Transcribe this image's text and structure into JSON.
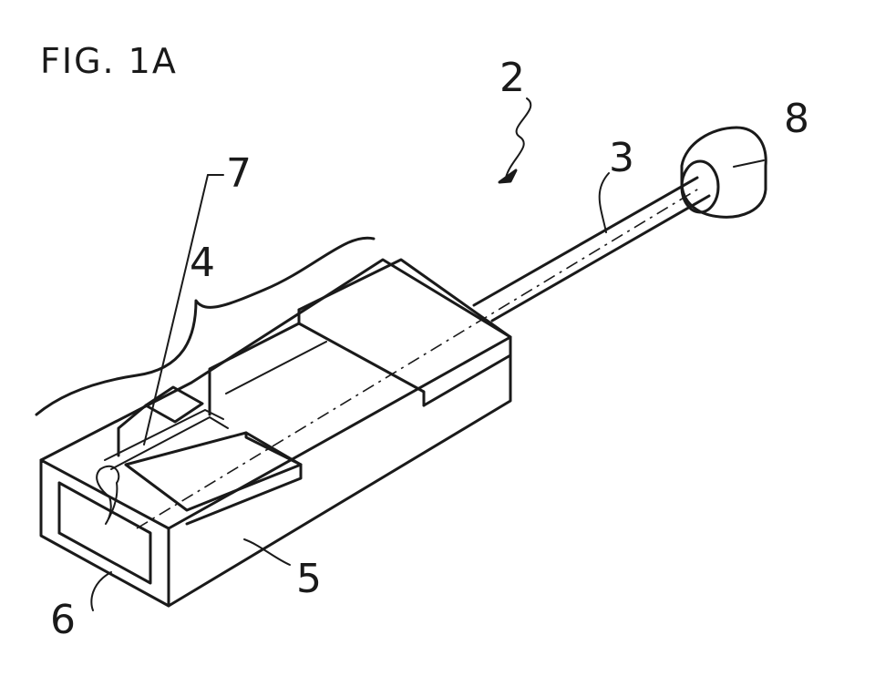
{
  "figure": {
    "title": "FIG. 1A",
    "ink_color": "#1a1a1a",
    "background_color": "#ffffff"
  },
  "reference_numerals": {
    "device": "2",
    "fiber": "3",
    "guide_section": "4",
    "carrier_body": "5",
    "cavity": "6",
    "tip": "7",
    "end_cap": "8"
  }
}
